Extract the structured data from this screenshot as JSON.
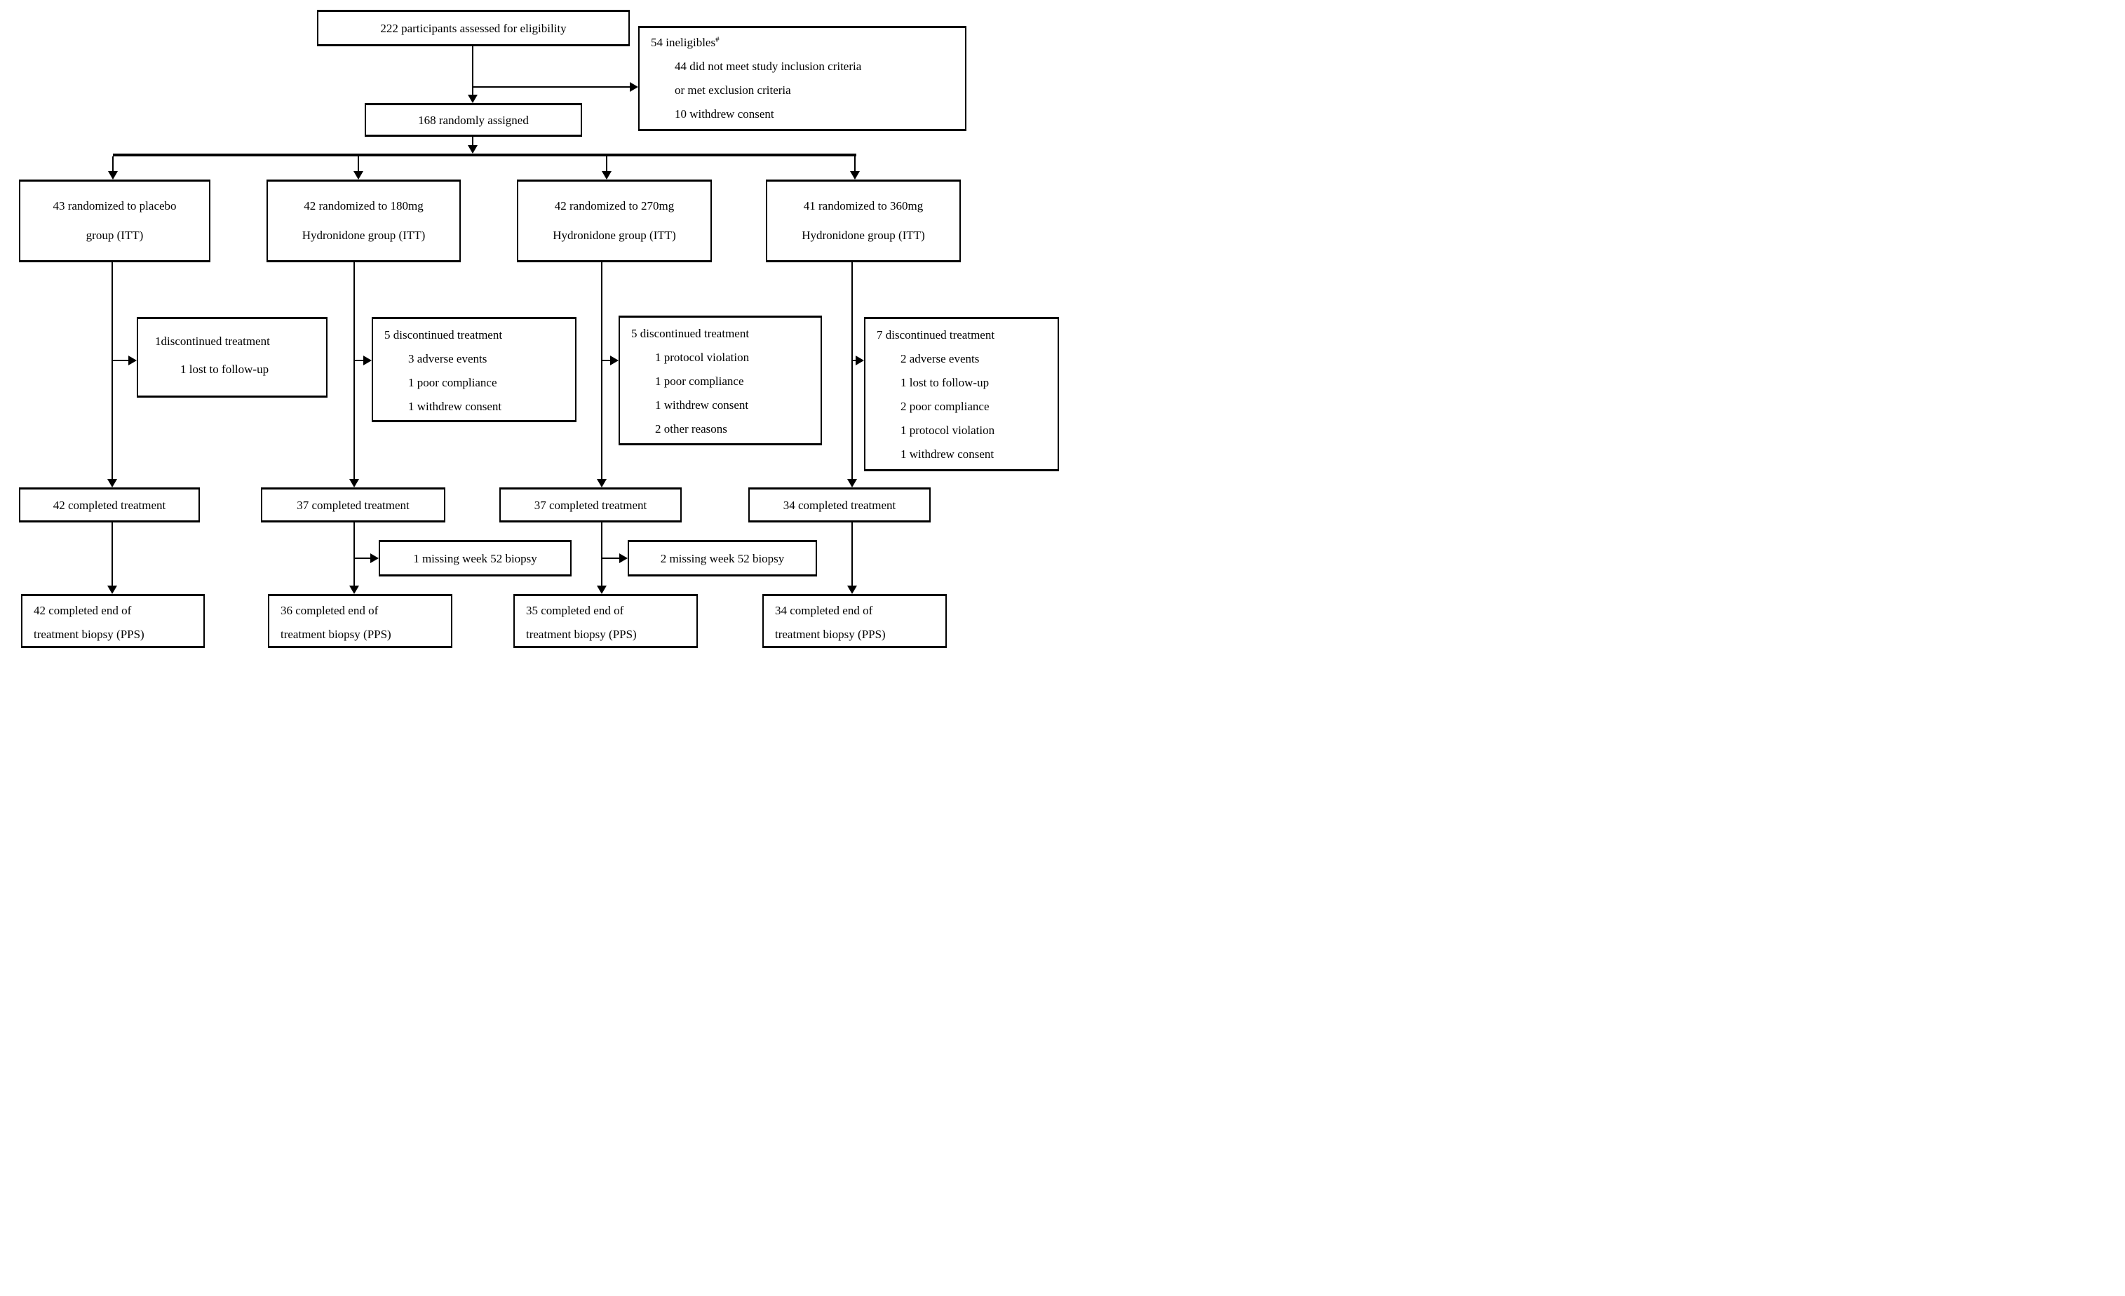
{
  "colors": {
    "background": "#ffffff",
    "ink": "#000000"
  },
  "flowchart": {
    "eligibility": {
      "text": "222 participants assessed for eligibility"
    },
    "ineligible": {
      "title": "54 ineligibles",
      "footnote_mark": "#",
      "items": [
        "44 did not meet study inclusion criteria",
        "or met exclusion criteria",
        "10 withdrew consent"
      ]
    },
    "randomized": {
      "text": "168 randomly assigned"
    },
    "arms": [
      {
        "assigned": {
          "line1": "43 randomized to placebo",
          "line2": "group (ITT)"
        },
        "discontinued": {
          "title": "1discontinued treatment",
          "items": [
            "1 lost to follow-up"
          ]
        },
        "completed": "42 completed treatment",
        "pps": {
          "line1": "42 completed end of",
          "line2": "treatment biopsy (PPS)"
        }
      },
      {
        "assigned": {
          "line1": "42 randomized to 180mg",
          "line2": "Hydronidone group (ITT)"
        },
        "discontinued": {
          "title": "5 discontinued treatment",
          "items": [
            "3 adverse events",
            "1 poor compliance",
            "1 withdrew consent"
          ]
        },
        "completed": "37 completed treatment",
        "missing": "1 missing week 52 biopsy",
        "pps": {
          "line1": "36 completed end of",
          "line2": "treatment biopsy (PPS)"
        }
      },
      {
        "assigned": {
          "line1": "42 randomized to 270mg",
          "line2": "Hydronidone group (ITT)"
        },
        "discontinued": {
          "title": "5 discontinued treatment",
          "items": [
            "1 protocol violation",
            "1 poor compliance",
            "1 withdrew consent",
            "2 other reasons"
          ]
        },
        "completed": "37 completed treatment",
        "missing": "2 missing week 52 biopsy",
        "pps": {
          "line1": "35 completed end of",
          "line2": "treatment biopsy (PPS)"
        }
      },
      {
        "assigned": {
          "line1": "41 randomized to 360mg",
          "line2": "Hydronidone group (ITT)"
        },
        "discontinued": {
          "title": "7 discontinued treatment",
          "items": [
            "2 adverse events",
            "1 lost to follow-up",
            "2 poor compliance",
            "1 protocol violation",
            "1 withdrew consent"
          ]
        },
        "completed": "34 completed treatment",
        "pps": {
          "line1": "34 completed end of",
          "line2": "treatment biopsy (PPS)"
        }
      }
    ]
  }
}
